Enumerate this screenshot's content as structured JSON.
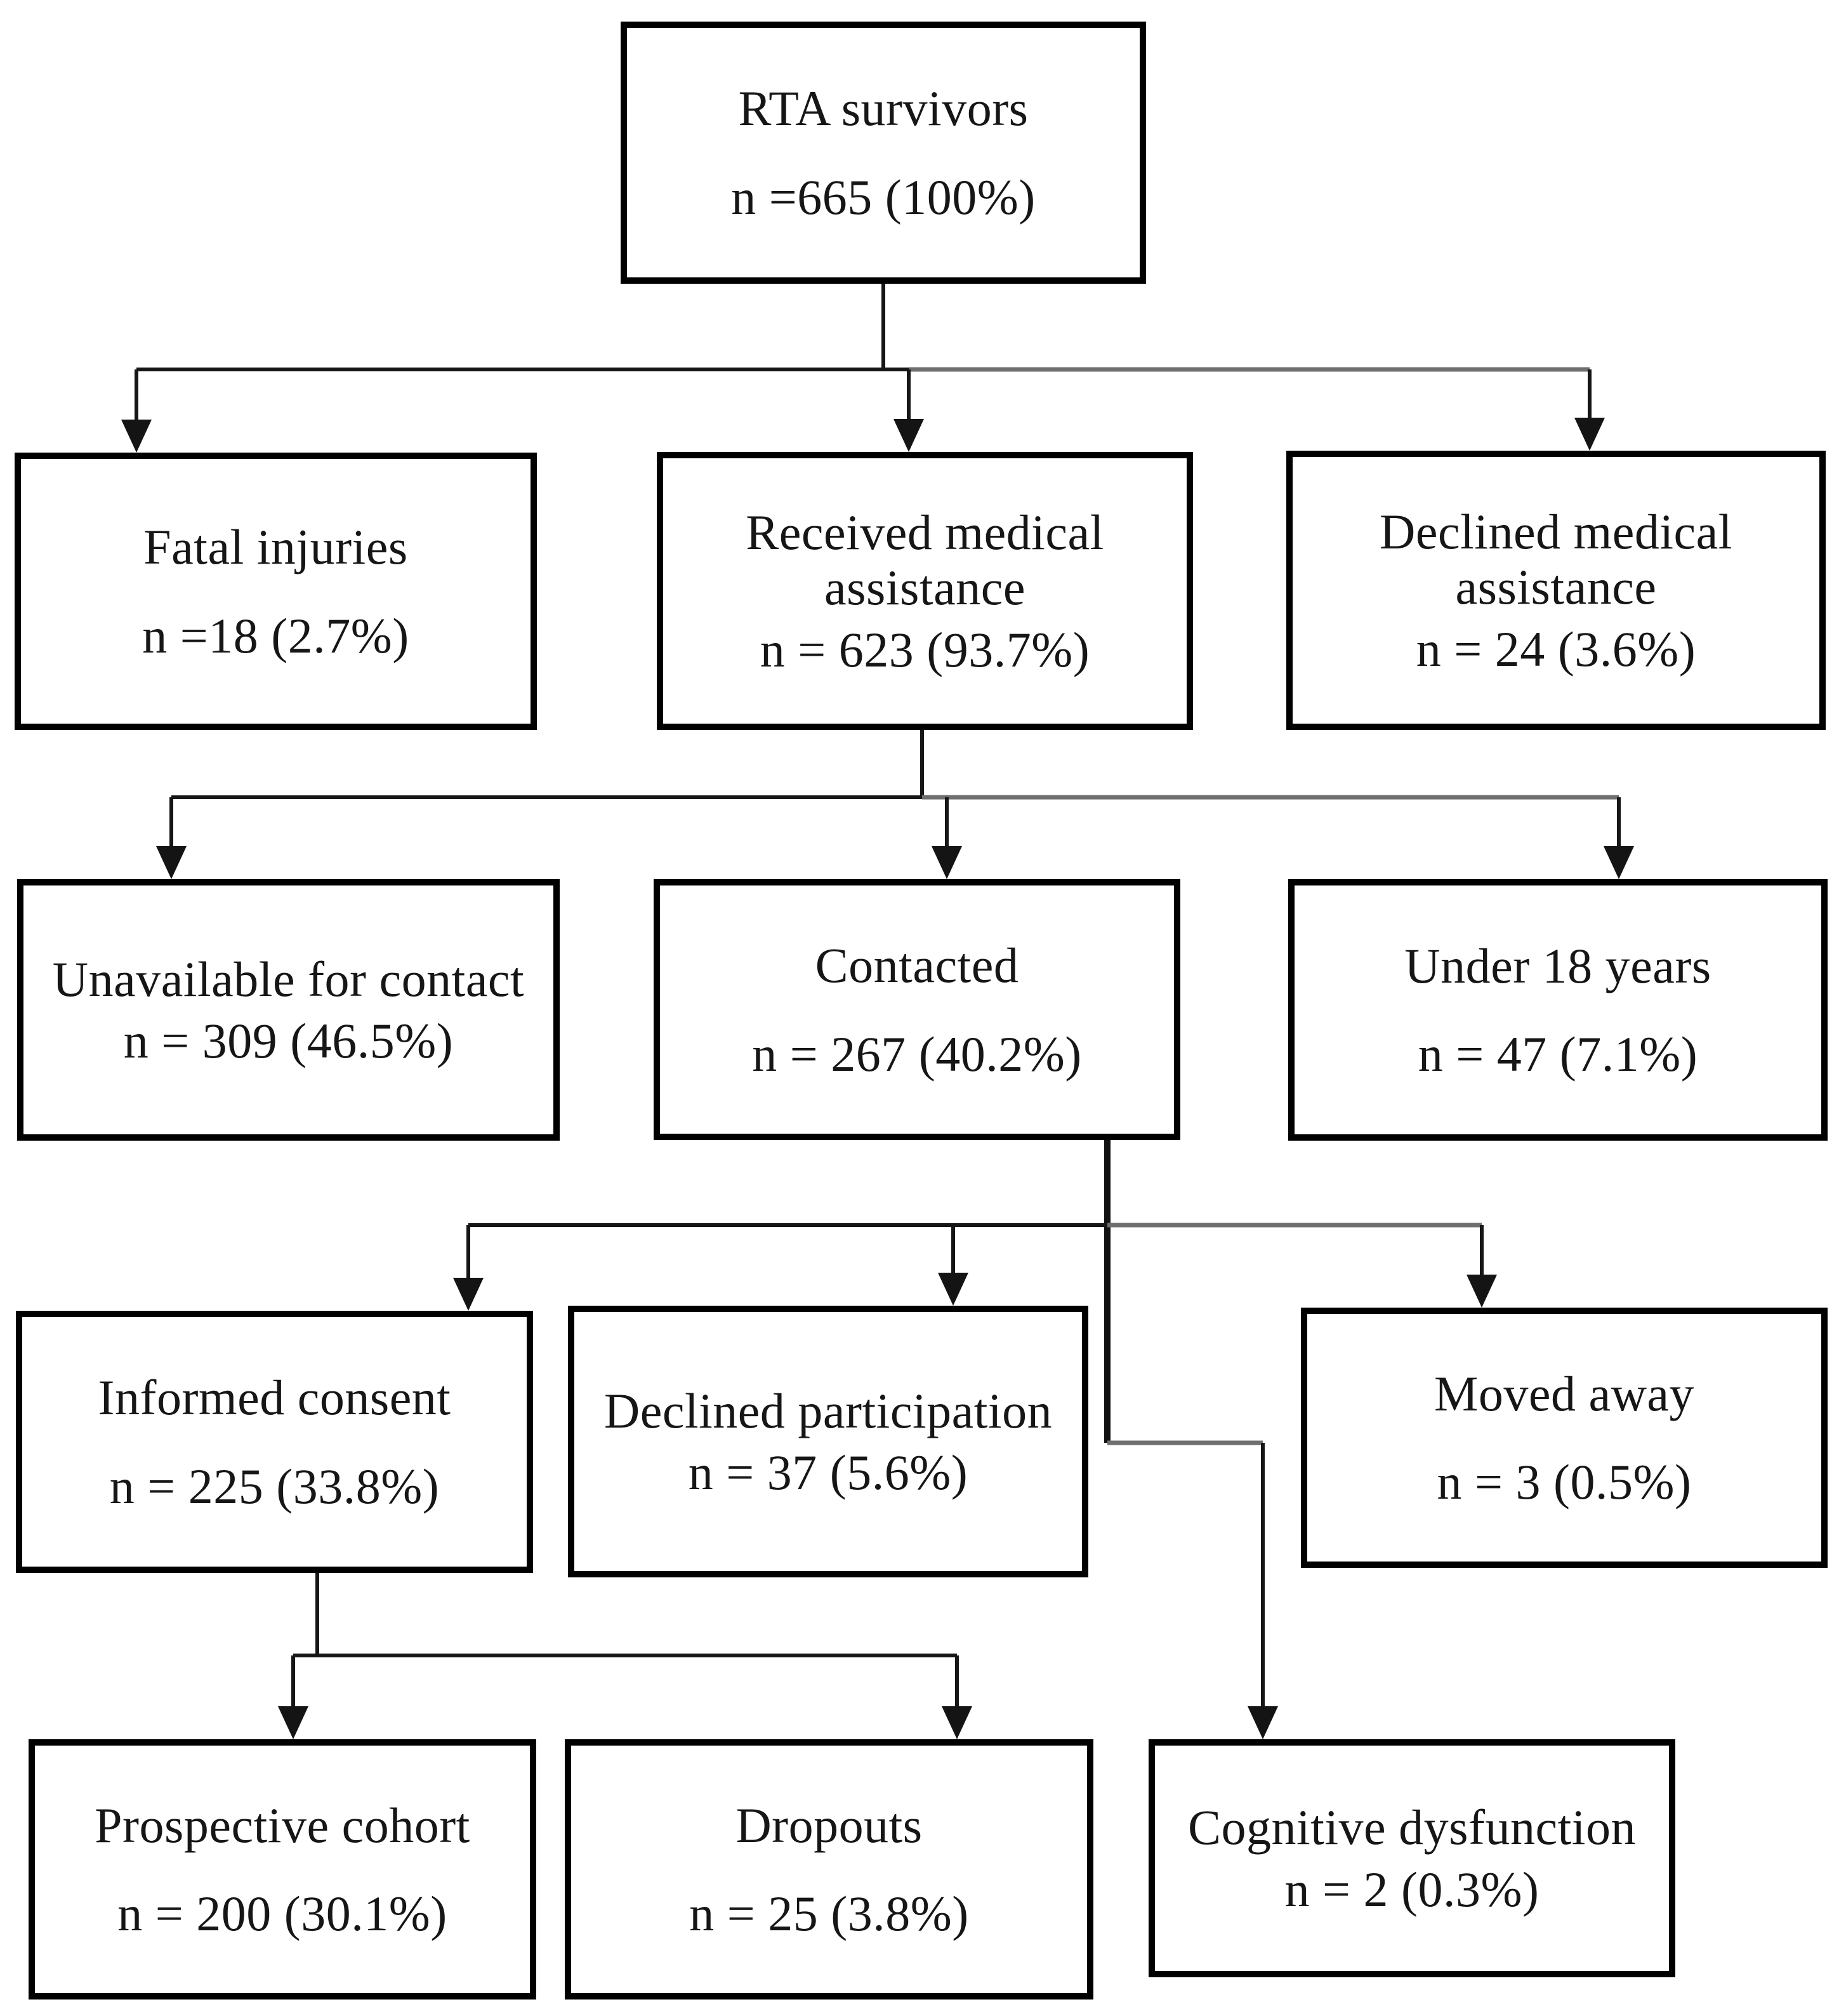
{
  "diagram_type": "flowchart",
  "colors": {
    "background": "#ffffff",
    "box_border": "#000000",
    "text": "#161616",
    "connector": "#161616",
    "connector_secondary": "#6f6f6f"
  },
  "nodes": {
    "rta": {
      "label": "RTA survivors",
      "value": "n =665 (100%)"
    },
    "fatal": {
      "label": "Fatal injuries",
      "value": "n =18 (2.7%)"
    },
    "received": {
      "label": "Received medical assistance",
      "value": "n = 623 (93.7%)"
    },
    "declined_medical": {
      "label": "Declined medical assistance",
      "value": "n = 24 (3.6%)"
    },
    "unavailable": {
      "label": "Unavailable for contact",
      "value": "n = 309 (46.5%)"
    },
    "contacted": {
      "label": "Contacted",
      "value": "n = 267 (40.2%)"
    },
    "under18": {
      "label": "Under 18 years",
      "value": "n = 47 (7.1%)"
    },
    "informed": {
      "label": "Informed consent",
      "value": "n = 225 (33.8%)"
    },
    "declined_participation": {
      "label": "Declined participation",
      "value": "n = 37 (5.6%)"
    },
    "moved": {
      "label": "Moved away",
      "value": "n = 3 (0.5%)"
    },
    "prospective": {
      "label": "Prospective cohort",
      "value": "n = 200 (30.1%)"
    },
    "dropouts": {
      "label": "Dropouts",
      "value": "n = 25 (3.8%)"
    },
    "cognitive": {
      "label": "Cognitive dysfunction",
      "value": "n = 2 (0.3%)"
    }
  },
  "edges": [
    {
      "from": "rta",
      "to": "fatal"
    },
    {
      "from": "rta",
      "to": "received"
    },
    {
      "from": "rta",
      "to": "declined_medical"
    },
    {
      "from": "received",
      "to": "unavailable"
    },
    {
      "from": "received",
      "to": "contacted"
    },
    {
      "from": "received",
      "to": "under18"
    },
    {
      "from": "contacted",
      "to": "informed"
    },
    {
      "from": "contacted",
      "to": "declined_participation"
    },
    {
      "from": "contacted",
      "to": "moved"
    },
    {
      "from": "contacted",
      "to": "cognitive"
    },
    {
      "from": "informed",
      "to": "prospective"
    },
    {
      "from": "informed",
      "to": "dropouts"
    }
  ]
}
